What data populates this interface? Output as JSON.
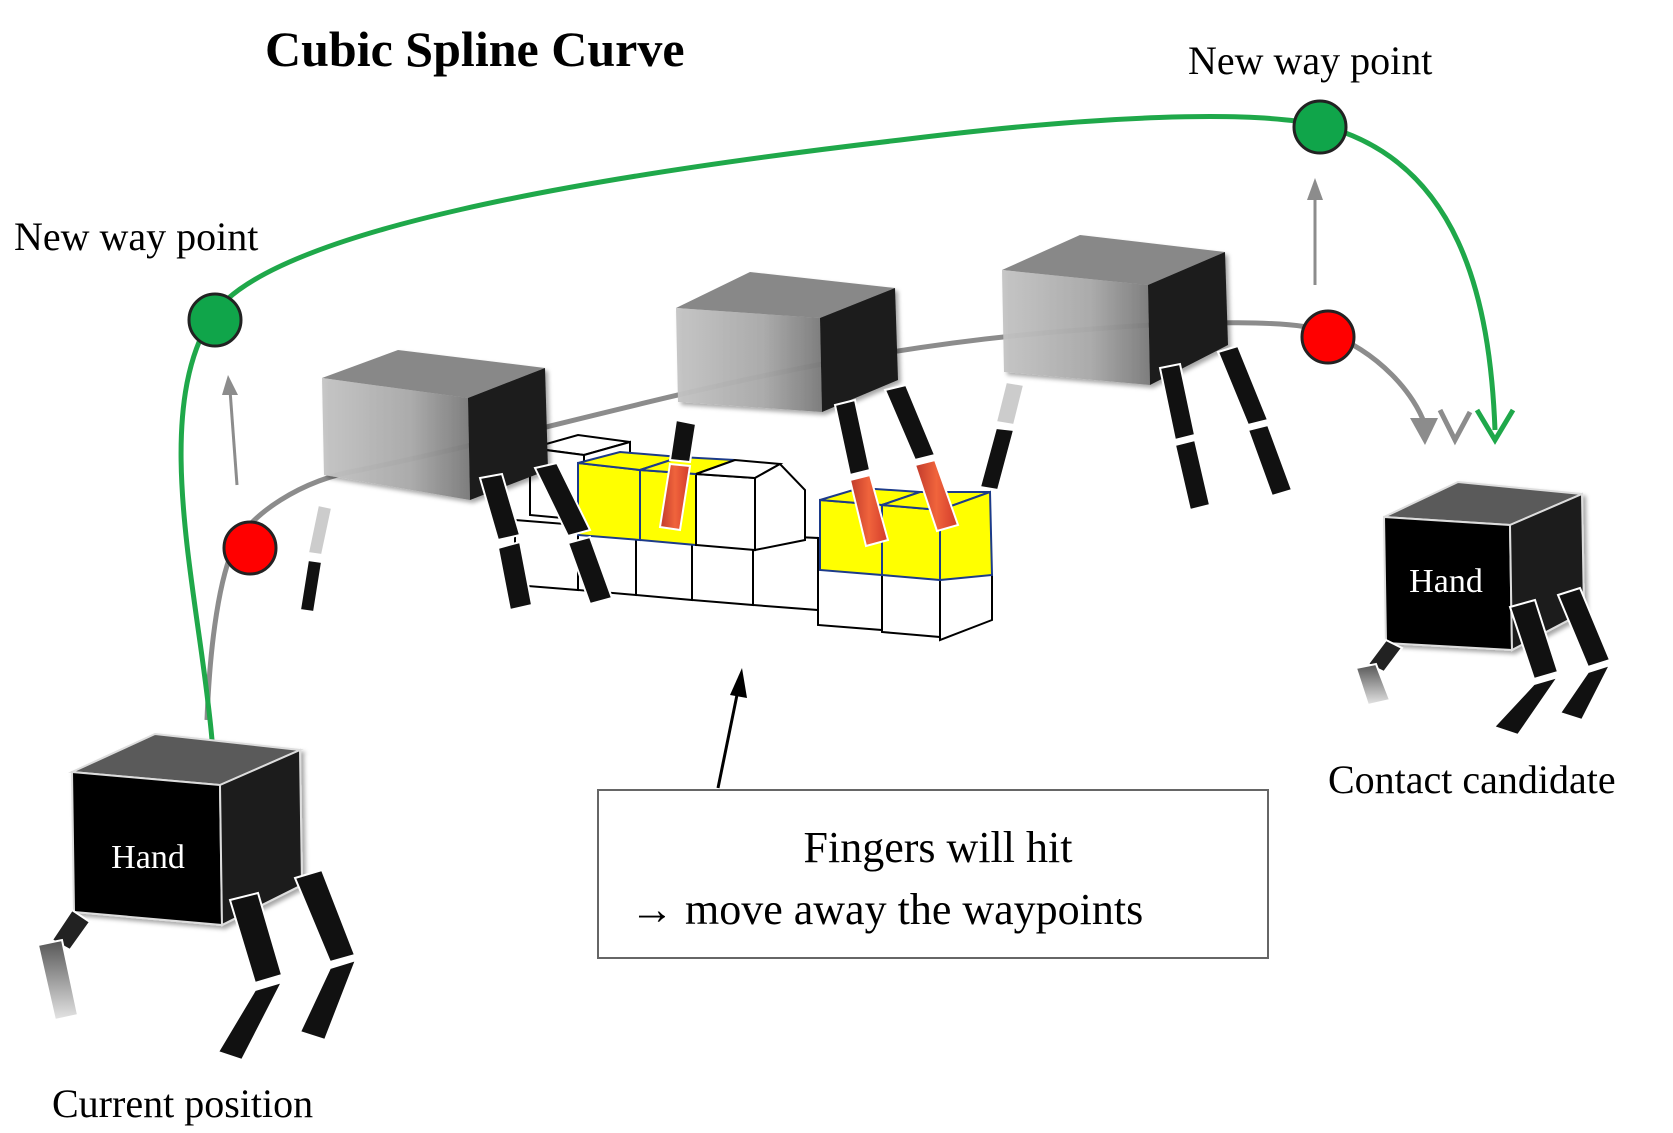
{
  "title": "Cubic Spline Curve",
  "labels": {
    "waypoint_left": "New way point",
    "waypoint_right": "New way point",
    "current_position": "Current position",
    "contact_candidate": "Contact candidate"
  },
  "hand_label": "Hand",
  "note": {
    "line1": "Fingers will hit",
    "line2": "→ move away the waypoints"
  },
  "colors": {
    "new_path": "#1fa84a",
    "old_path": "#8c8c8c",
    "waypoint_new": "#10a54a",
    "waypoint_old": "#ff0000",
    "collision_block": "#ffff00",
    "hand_solid": "#000000",
    "hand_ghost": "#a9a9a9"
  }
}
